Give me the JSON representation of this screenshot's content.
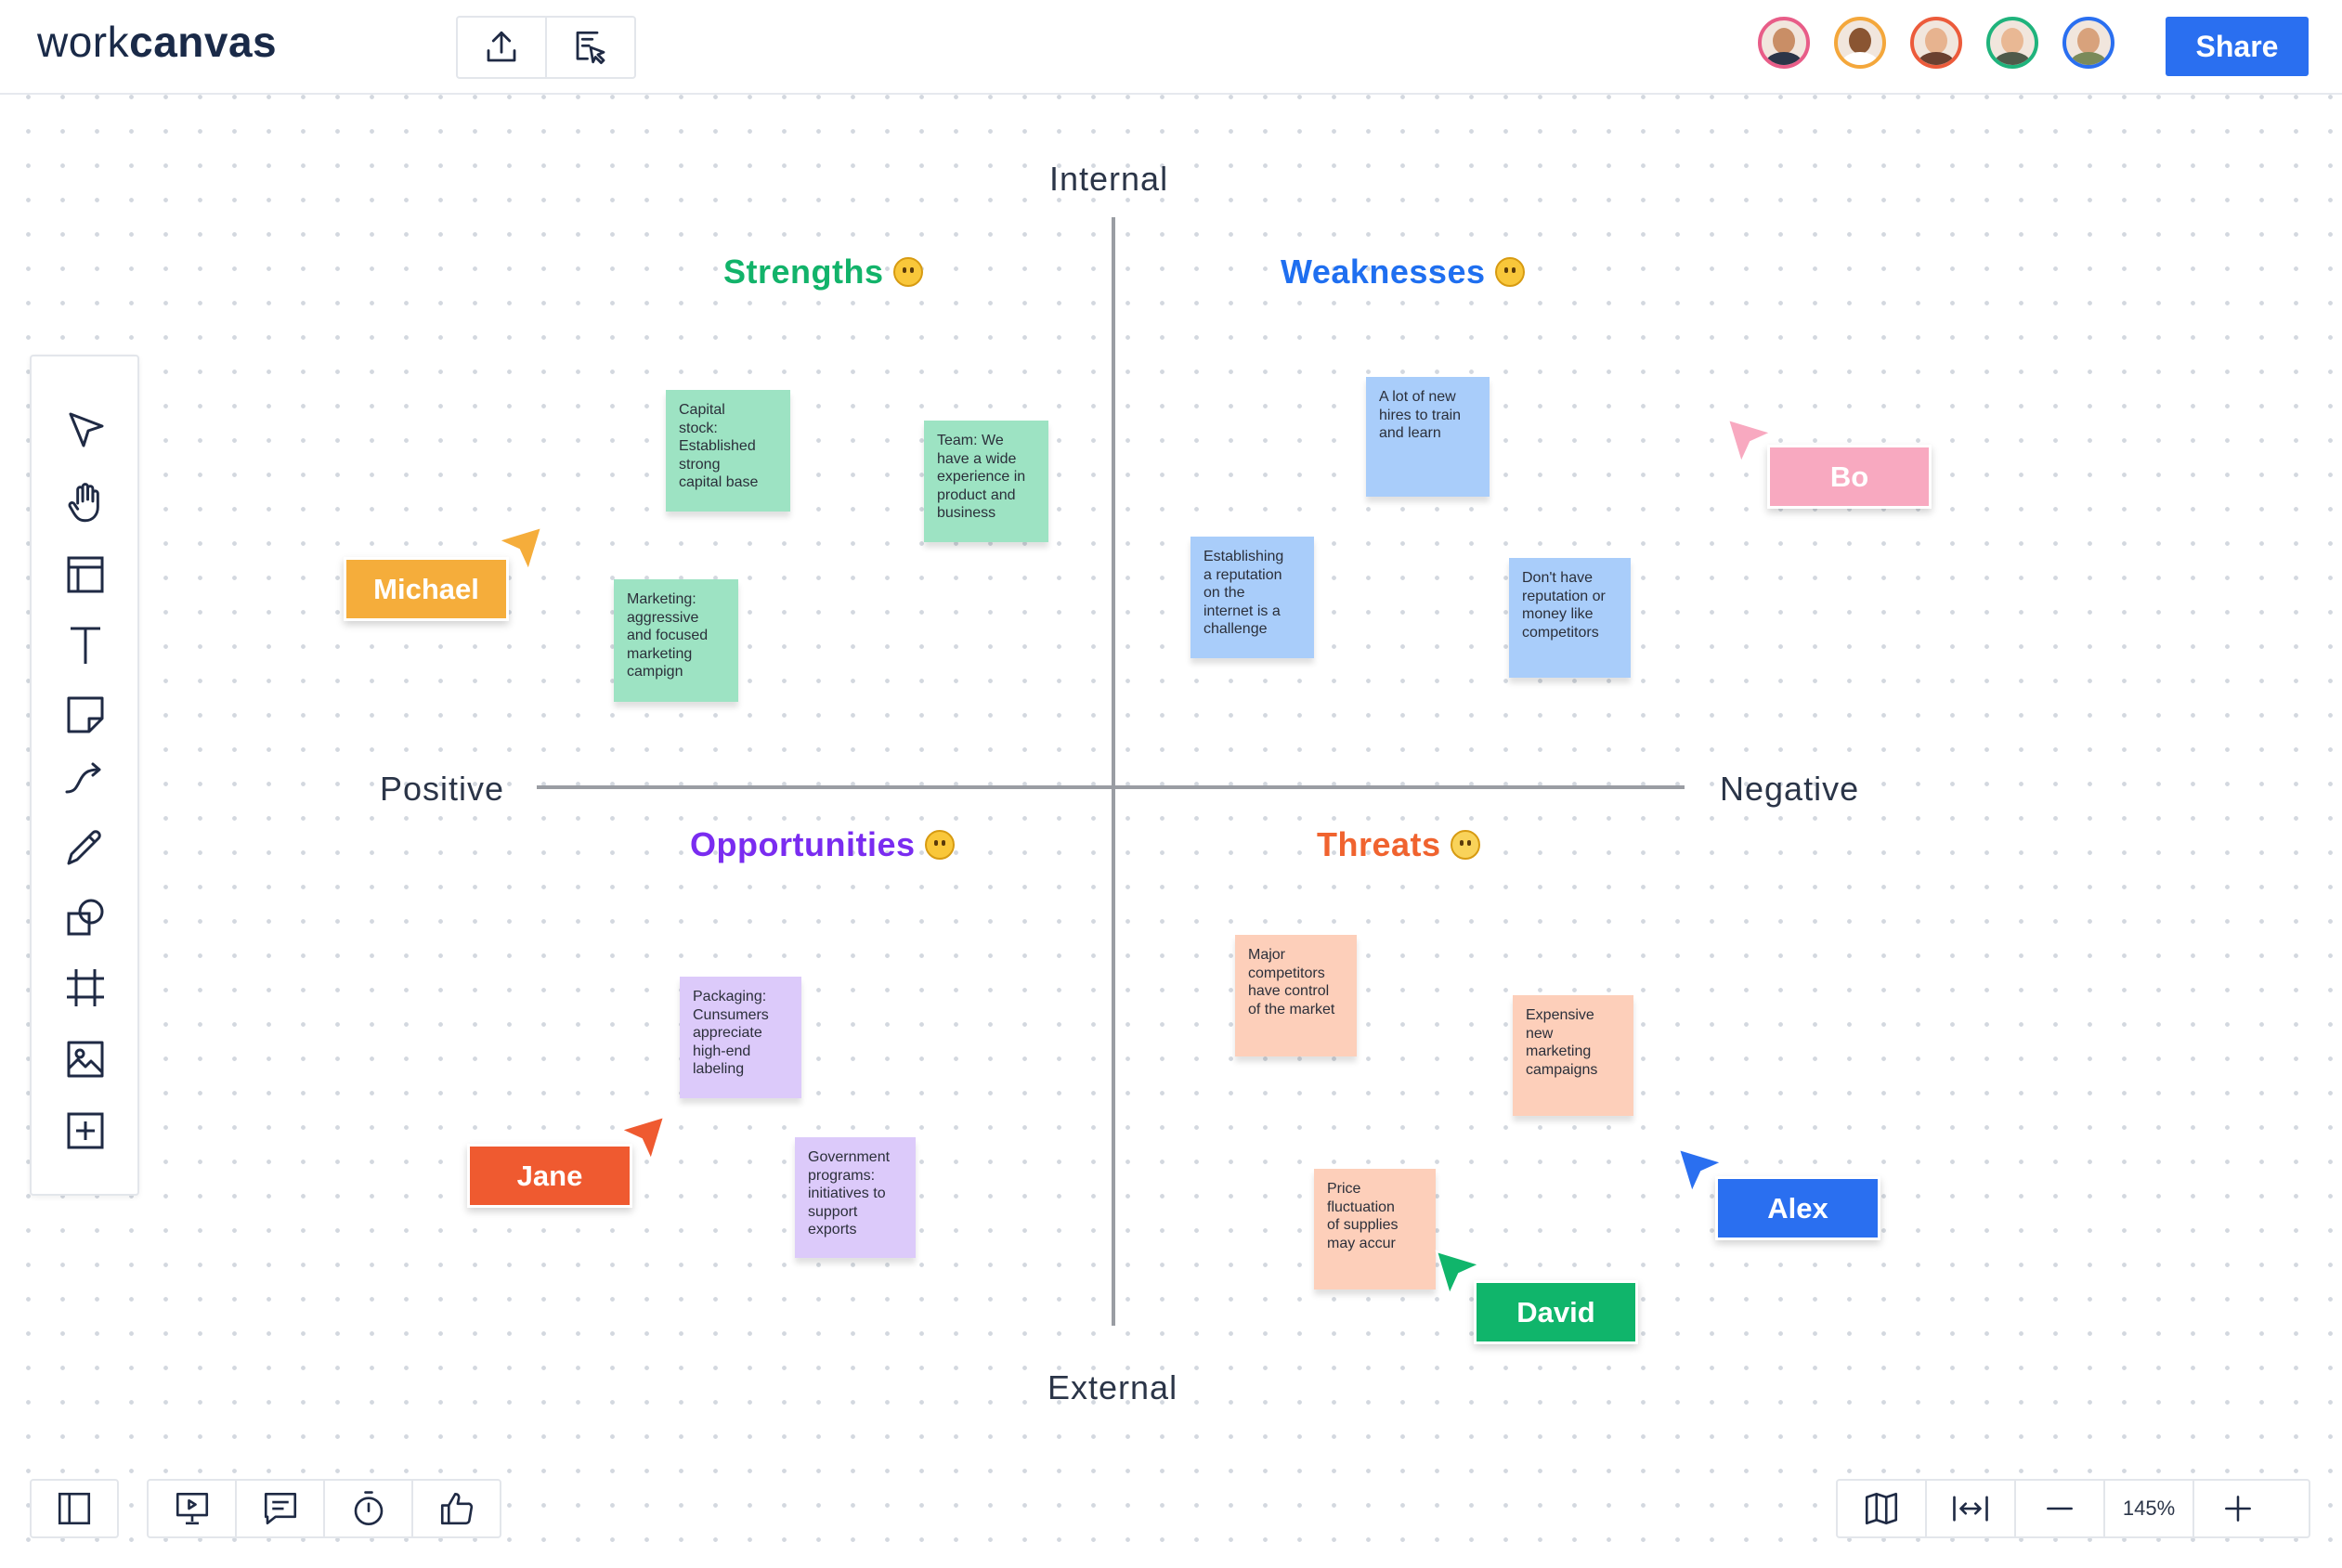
{
  "app": {
    "logo_light": "work",
    "logo_bold": "canvas"
  },
  "header": {
    "share_label": "Share",
    "avatars": [
      {
        "ring": "#e85d88",
        "skin": "#c98e66",
        "shirt": "#2b3548"
      },
      {
        "ring": "#f4a73b",
        "skin": "#8a5532",
        "shirt": "#ffffff"
      },
      {
        "ring": "#ec5b3b",
        "skin": "#e7b38f",
        "shirt": "#6a4030"
      },
      {
        "ring": "#1fb37c",
        "skin": "#e9b894",
        "shirt": "#4f5a4a"
      },
      {
        "ring": "#2a6ff0",
        "skin": "#d8a27c",
        "shirt": "#7a8a5a"
      }
    ]
  },
  "axes": {
    "top": "Internal",
    "bottom": "External",
    "left": "Positive",
    "right": "Negative"
  },
  "quadrants": {
    "strengths": {
      "title": "Strengths",
      "color": "#12b36a"
    },
    "weaknesses": {
      "title": "Weaknesses",
      "color": "#1f6ff0"
    },
    "opportunities": {
      "title": "Opportunities",
      "color": "#7a2cf0"
    },
    "threats": {
      "title": "Threats",
      "color": "#f0632f"
    }
  },
  "notes": {
    "s1": [
      "Capital",
      "stock:",
      "Established",
      "strong",
      "capital base"
    ],
    "s2": [
      "Team: We",
      "have a wide",
      "experience in",
      "product and",
      "business"
    ],
    "s3": [
      "Marketing:",
      "aggressive",
      "and focused",
      "marketing",
      "campign"
    ],
    "w1": [
      "A lot of new",
      "hires to train",
      "and learn"
    ],
    "w2": [
      "Establishing",
      "a reputation",
      "on the",
      "internet is a",
      "challenge"
    ],
    "w3": [
      "Don't have",
      "reputation or",
      "money like",
      "competitors"
    ],
    "o1": [
      "Packaging:",
      "Cunsumers",
      "appreciate",
      "high-end",
      "labeling"
    ],
    "o2": [
      "Government",
      "programs:",
      "initiatives to",
      "support",
      "exports"
    ],
    "t1": [
      "Major",
      "competitors",
      "have control",
      "of the market"
    ],
    "t2": [
      "Expensive",
      "new",
      "marketing",
      "campaigns"
    ],
    "t3": [
      "Price",
      "fluctuation",
      "of supplies",
      "may accur"
    ]
  },
  "cursors": {
    "michael": {
      "name": "Michael",
      "color": "#f5ad3b"
    },
    "bo": {
      "name": "Bo",
      "color": "#f8a9c0"
    },
    "jane": {
      "name": "Jane",
      "color": "#ef5a30"
    },
    "alex": {
      "name": "Alex",
      "color": "#2a6ff0"
    },
    "david": {
      "name": "David",
      "color": "#10b56b"
    }
  },
  "zoom": {
    "level": "145%"
  }
}
